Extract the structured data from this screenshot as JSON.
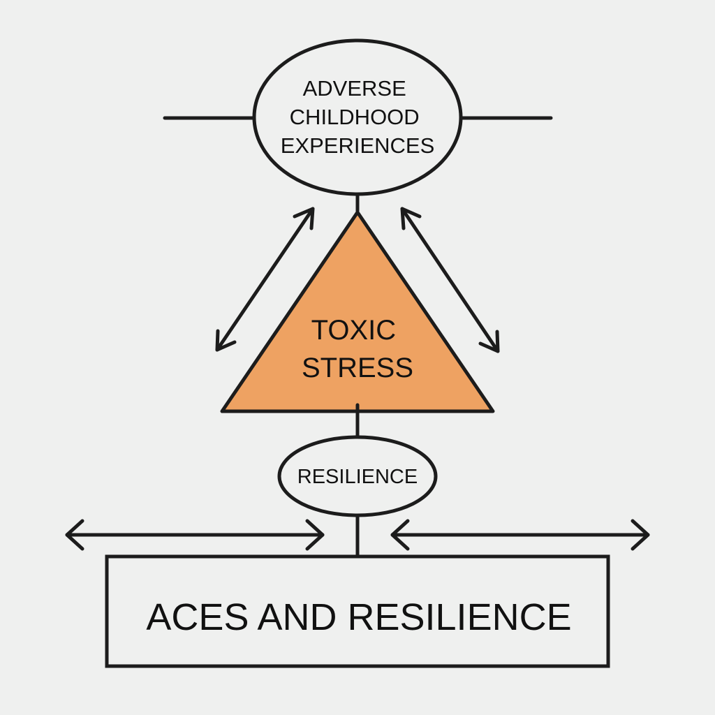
{
  "colors": {
    "background": "#eff0ef",
    "stroke": "#1c1c1c",
    "triangle_fill": "#eea262",
    "text": "#111111"
  },
  "nodes": {
    "aces": {
      "line1": "ADVERSE",
      "line2": "CHILDHOOD",
      "line3": "EXPERIENCES"
    },
    "toxic_stress": {
      "line1": "TOXIC",
      "line2": "STRESS"
    },
    "resilience": {
      "label": "RESILIENCE"
    },
    "aces_and_resilience": {
      "label": "ACES AND RESILIENCE"
    }
  }
}
